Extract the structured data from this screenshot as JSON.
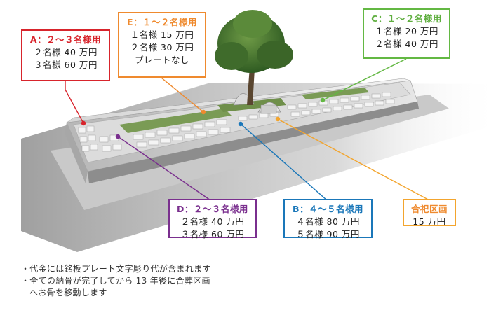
{
  "plans": {
    "a": {
      "title": "A：２～３名様用",
      "lines": [
        "２名様 40 万円",
        "３名様 60 万円"
      ],
      "color": "#d8242c"
    },
    "e": {
      "title": "E：１～２名様用",
      "lines": [
        "１名様 15 万円",
        "２名様 30 万円",
        "プレートなし"
      ],
      "color": "#ef8a2e"
    },
    "c": {
      "title": "C：１～２名様用",
      "lines": [
        "１名様 20 万円",
        "２名様 40 万円"
      ],
      "color": "#63b843"
    },
    "d": {
      "title": "D：２～３名様用",
      "lines": [
        "２名様 40 万円",
        "３名様 60 万円"
      ],
      "color": "#7a2f8e"
    },
    "b": {
      "title": "B：４～５名様用",
      "lines": [
        "４名様 80 万円",
        "５名様 90 万円"
      ],
      "color": "#1a77b9"
    },
    "g": {
      "title": "合祀区画",
      "lines": [
        "15 万円"
      ],
      "color": "#f3a52e"
    }
  },
  "notes": [
    "・代金には銘板プレート文字彫り代が含まれます",
    "・全ての納骨が完了してから 13 年後に合葬区画",
    "へお骨を移動します"
  ]
}
